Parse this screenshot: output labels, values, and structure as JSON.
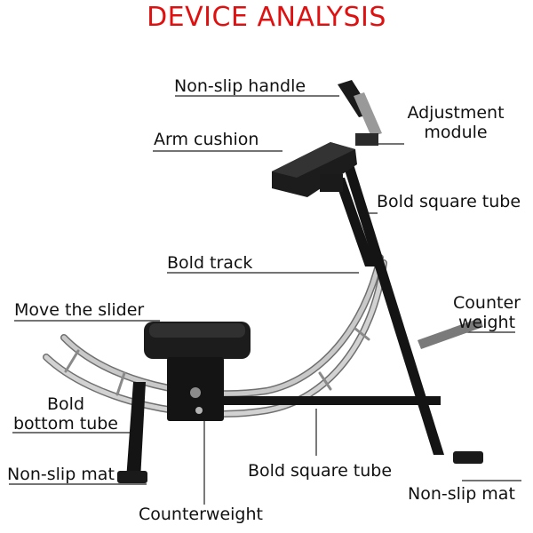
{
  "title": "DEVICE ANALYSIS",
  "colors": {
    "title": "#e01010",
    "frame": "#141414",
    "chrome": "#b9b9b9",
    "chrome_dark": "#6f6f6f",
    "leader": "#222222"
  },
  "labels": {
    "non_slip_handle": "Non-slip handle",
    "adjustment_module": [
      "Adjustment",
      "module"
    ],
    "arm_cushion": "Arm cushion",
    "bold_square_tube_top": "Bold square tube",
    "bold_track": "Bold track",
    "move_the_slider": "Move the slider",
    "counter_weight": [
      "Counter",
      "weight"
    ],
    "bold_bottom_tube": [
      "Bold",
      "bottom tube"
    ],
    "non_slip_mat_left": "Non-slip mat",
    "bold_square_tube_bottom": "Bold square tube",
    "non_slip_mat_right": "Non-slip mat",
    "counterweight": "Counterweight"
  }
}
